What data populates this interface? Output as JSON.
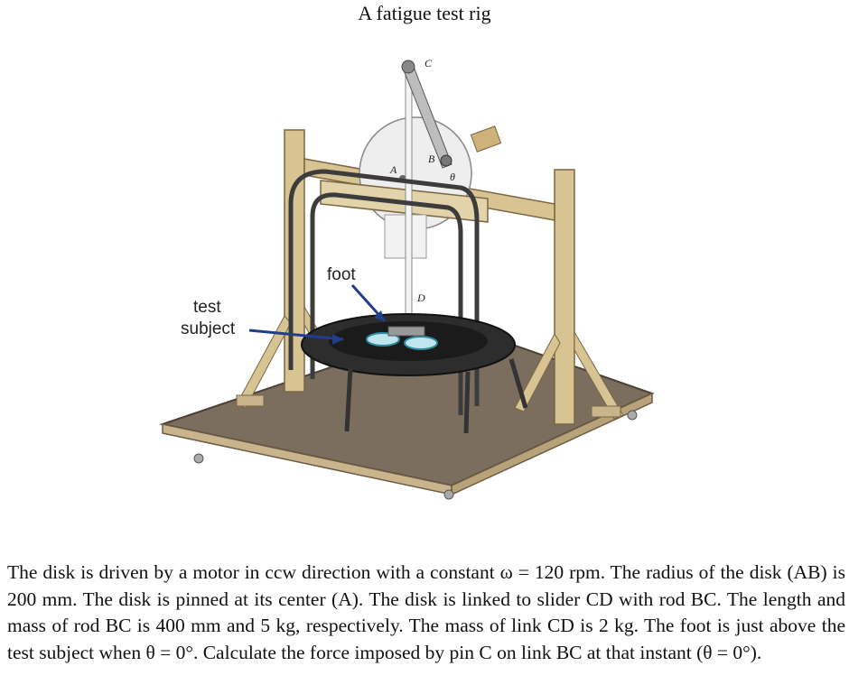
{
  "figure": {
    "title": "A fatigue test rig",
    "labels": {
      "foot": "foot",
      "test_subject_line1": "test",
      "test_subject_line2": "subject",
      "point_a": "A",
      "point_b": "B",
      "point_c": "C",
      "point_d": "D",
      "theta": "θ"
    }
  },
  "problem_text": "The disk is driven by a motor in ccw direction with a constant ω = 120 rpm. The radius of the disk (AB) is 200 mm. The disk is pinned at its center (A). The disk is linked to slider CD with rod BC. The length and mass of rod BC is 400 mm and 5 kg, respectively. The mass of link CD is 2 kg. The foot is just above the test subject when θ = 0°. Calculate the force imposed by pin C on link BC at that instant (θ = 0°)."
}
